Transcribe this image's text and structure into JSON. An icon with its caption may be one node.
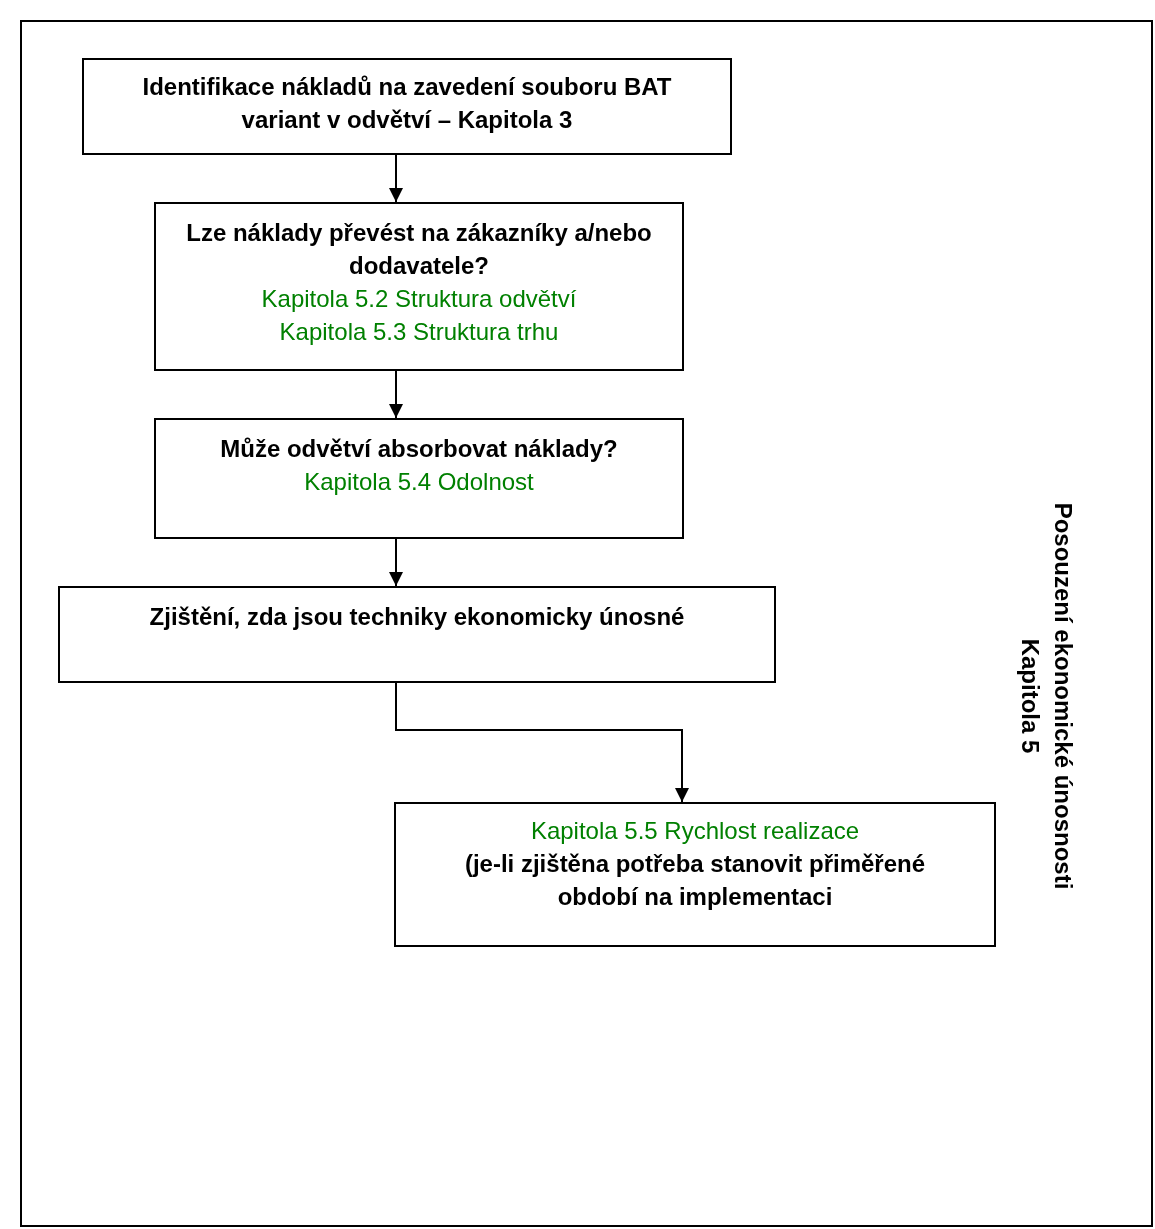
{
  "diagram": {
    "nodes": [
      {
        "text": [
          "Posouzení ekonomické únosnosti Kapitola 5"
        ]
      },
      {
        "text": [
          "Identifikace nákladů na zavedení souboru BAT variant v odvětví – Kapitola 3"
        ],
        "in": 0
      },
      {
        "text": [
          "Lze náklady převést na zákazníky a/nebo dodavatele?",
          "Kapitola 5.2 Struktura odvětví",
          "Kapitola 5.3 Struktura trhu"
        ],
        "in": 0
      },
      {
        "text": [
          "Může odvětví absorbovat náklady?",
          "Kapitola 5.4 Odolnost"
        ],
        "in": 0
      },
      {
        "text": [
          "Zjištění, zda jsou techniky ekonomicky únosné"
        ],
        "in": 0
      },
      {
        "text": [
          "Kapitola 5.5 Rychlost realizace",
          "(je-li zjištěna potřeba stanovit přiměřené období na implementaci"
        ],
        "in": 0
      }
    ],
    "edges": [
      {
        "from": 1,
        "to": 2,
        "arrow": "to"
      },
      {
        "from": 2,
        "to": 3,
        "arrow": "to"
      },
      {
        "from": 3,
        "to": 4,
        "arrow": "to"
      },
      {
        "from": 4,
        "to": 5,
        "arrow": "to"
      }
    ]
  }
}
